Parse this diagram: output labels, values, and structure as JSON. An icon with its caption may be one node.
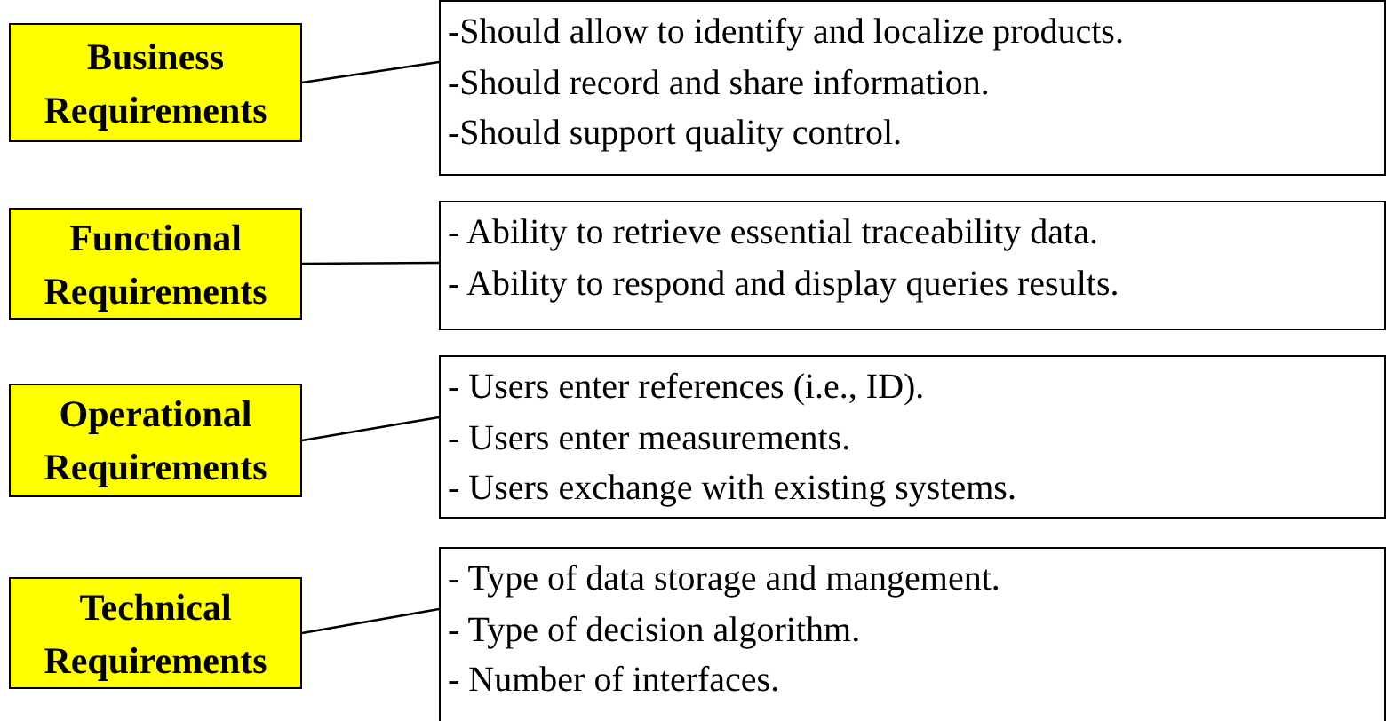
{
  "diagram": {
    "nodes": [
      {
        "text": [
          "Business Requirements"
        ]
      },
      {
        "text": [
          "-Should allow to identify and localize products.",
          "-Should record and share information.",
          "-Should support quality control."
        ]
      },
      {
        "text": [
          "Functional Requirements"
        ]
      },
      {
        "text": [
          "- Ability to retrieve essential traceability data.",
          "- Ability to respond and display queries results."
        ]
      },
      {
        "text": [
          "Operational Requirements"
        ]
      },
      {
        "text": [
          "- Users enter references (i.e., ID).",
          "- Users enter measurements.",
          "- Users exchange with existing systems."
        ]
      },
      {
        "text": [
          "Technical Requirements"
        ]
      },
      {
        "text": [
          "- Type of data storage and mangement.",
          "- Type of decision algorithm.",
          "- Number of interfaces."
        ]
      }
    ],
    "edges": [
      {
        "from": 0,
        "to": 1,
        "arrow": "none"
      },
      {
        "from": 2,
        "to": 3,
        "arrow": "none"
      },
      {
        "from": 4,
        "to": 5,
        "arrow": "none"
      },
      {
        "from": 6,
        "to": 7,
        "arrow": "none"
      }
    ]
  }
}
